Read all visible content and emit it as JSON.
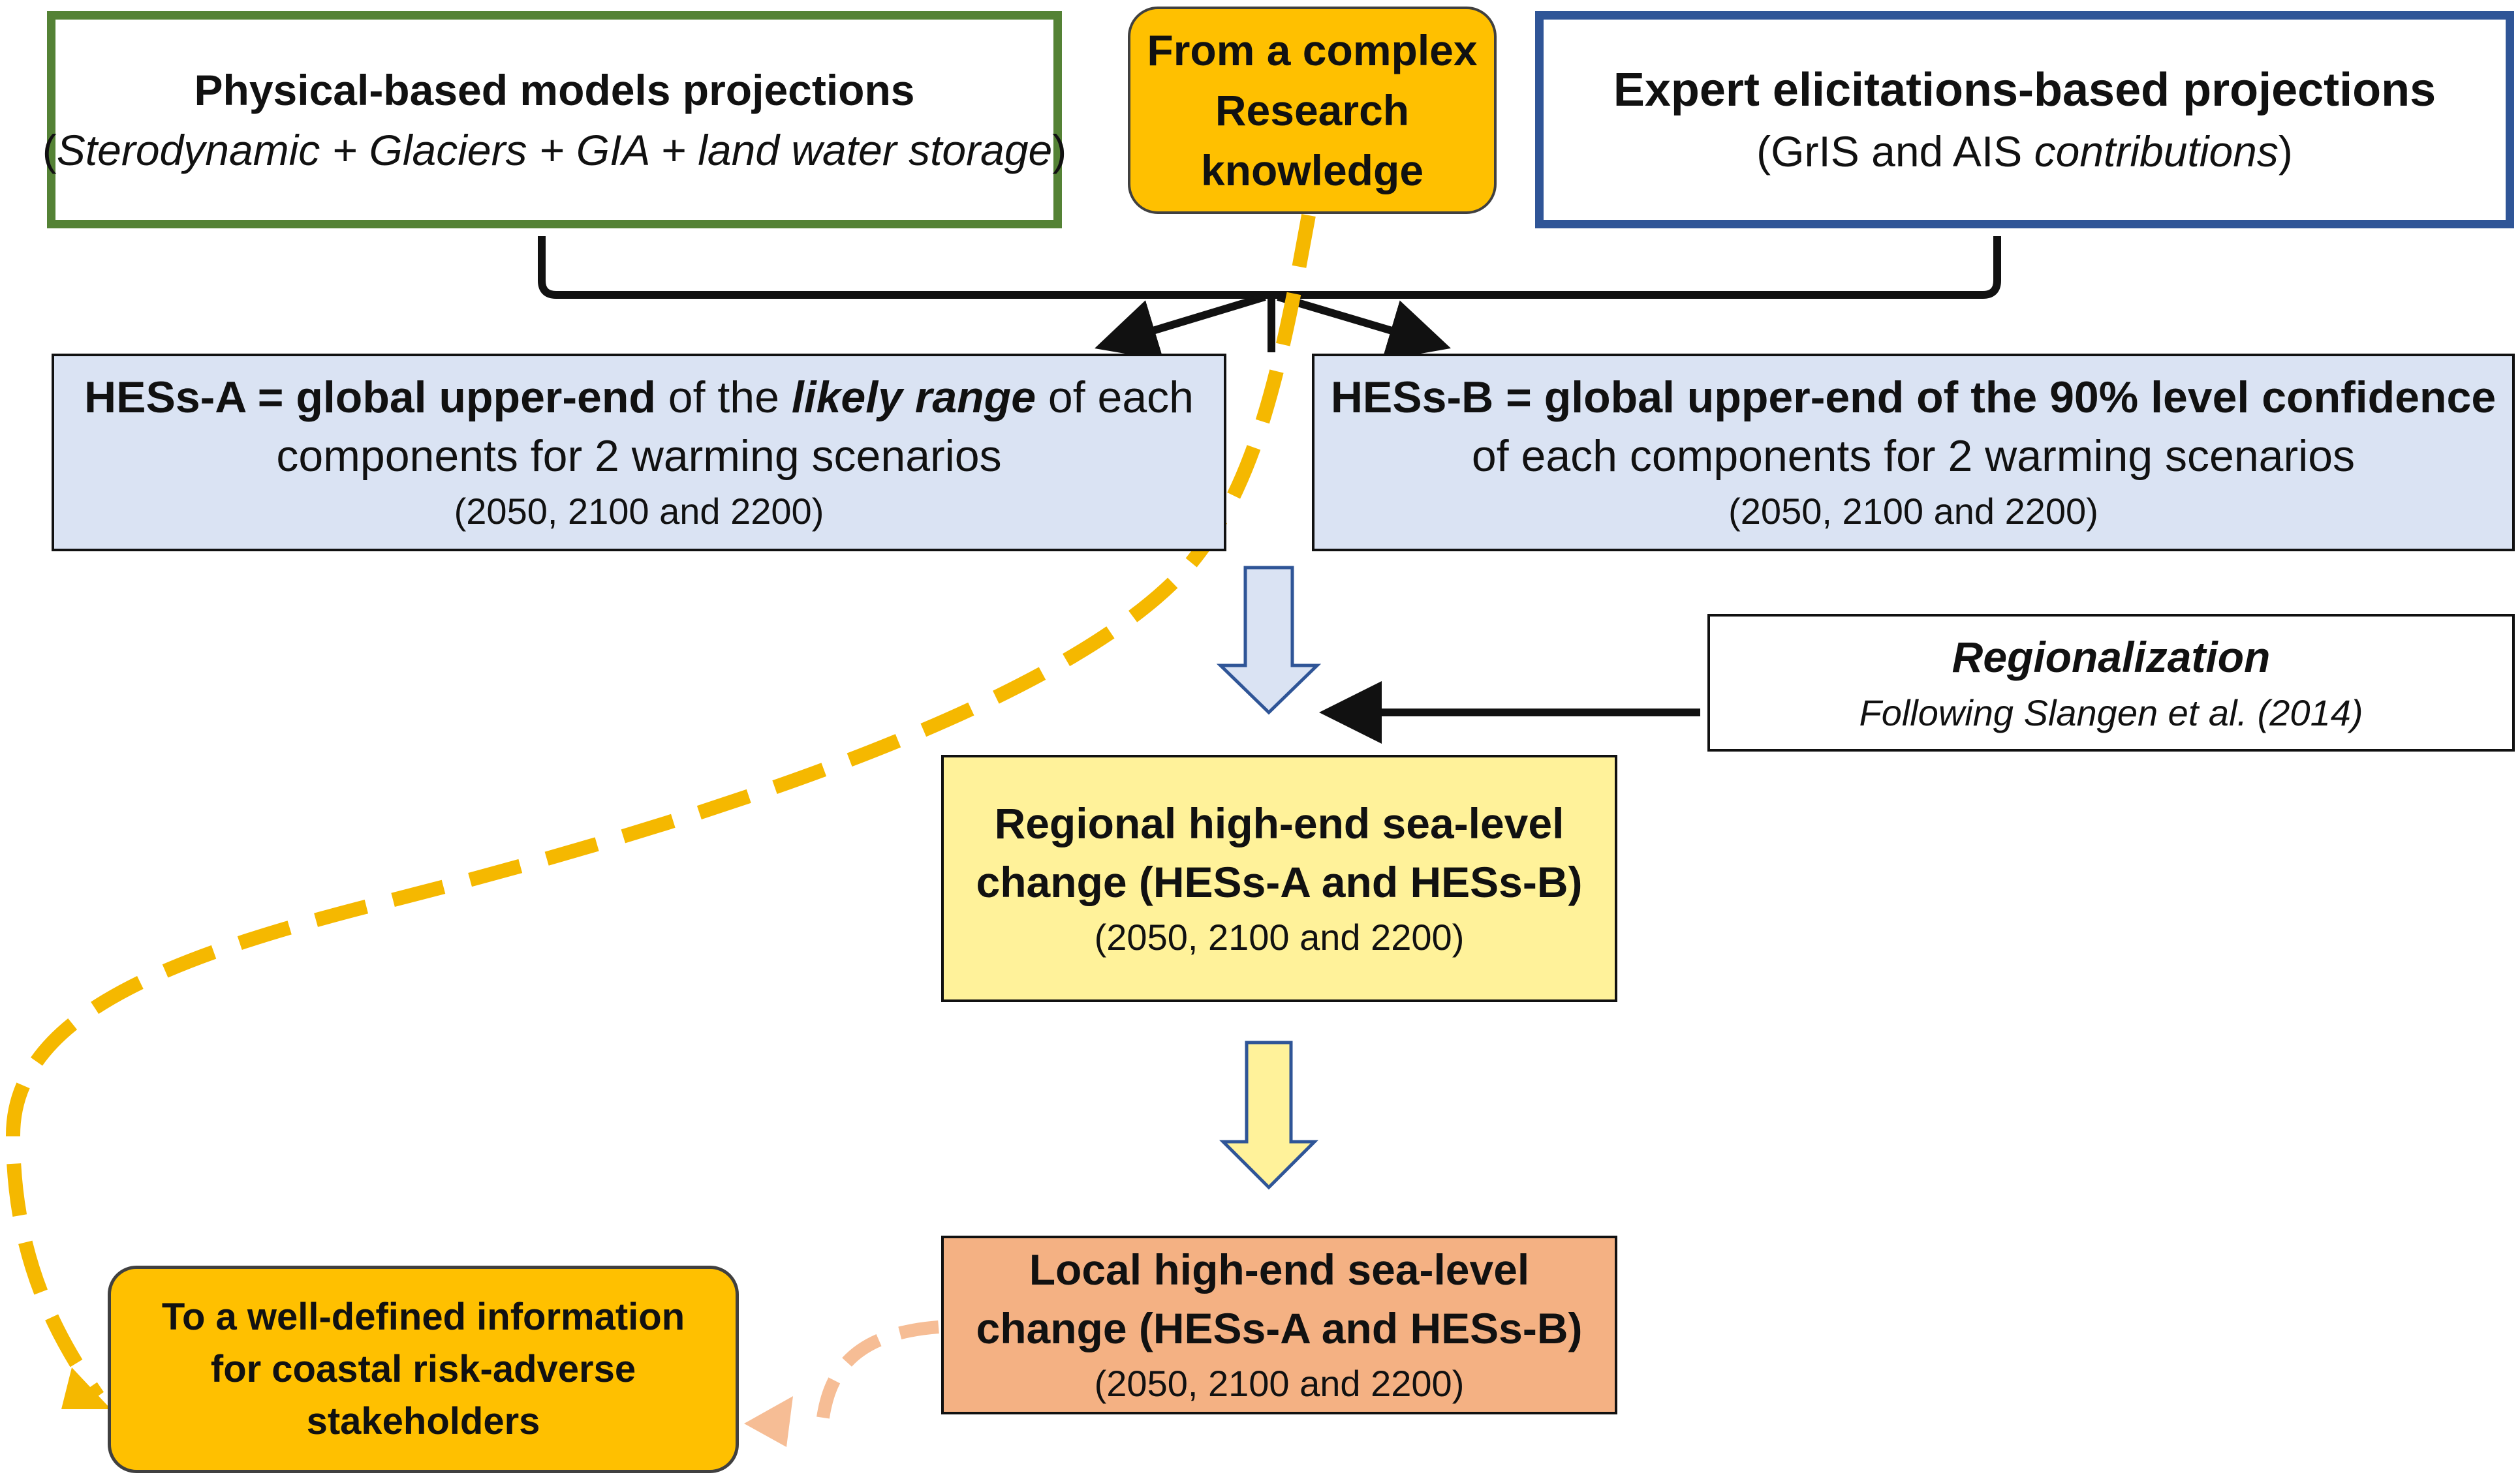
{
  "physical": {
    "title": "Physical-based models projections",
    "subtitle_open": "(",
    "subtitle_italic": "Sterodynamic + Glaciers + GIA + land water storage",
    "subtitle_close": ")"
  },
  "research": {
    "lines": [
      "From a complex",
      "Research",
      "knowledge"
    ]
  },
  "expert": {
    "title": "Expert elicitations-based projections",
    "subtitle_pre": "(GrIS and AIS ",
    "subtitle_italic": "contributions",
    "subtitle_close": ")"
  },
  "hess_a": {
    "line1_bold": "HESs-A = global upper-end",
    "line1_mid": " of the ",
    "line1_bold_italic": "likely range",
    "line1_end": " of each",
    "line2": "components for 2 warming scenarios",
    "line3": "(2050, 2100 and 2200)"
  },
  "hess_b": {
    "line1_bold": "HESs-B = global upper-end of the 90% level confidence",
    "line2": "of each components for 2 warming scenarios",
    "line3": "(2050, 2100 and 2200)"
  },
  "regionalization": {
    "title": "Regionalization",
    "subtitle": "Following Slangen et al. (2014)"
  },
  "regional": {
    "line1": "Regional high-end sea-level",
    "line2": "change (HESs-A and HESs-B)",
    "line3": "(2050, 2100 and 2200)"
  },
  "local": {
    "line1": "Local high-end sea-level",
    "line2": "change (HESs-A and HESs-B)",
    "line3": "(2050, 2100 and 2200)"
  },
  "stakeholders": {
    "lines": [
      "To a well-defined information",
      "for coastal risk-adverse",
      "stakeholders"
    ]
  },
  "colors": {
    "green_border": "#548235",
    "blue_border": "#2f5597",
    "gold": "#ffc000",
    "light_blue": "#dae3f3",
    "light_yellow": "#fff29a",
    "salmon": "#f4b183",
    "dashed_gold": "#f5b800",
    "dashed_salmon": "#f6bd95"
  }
}
